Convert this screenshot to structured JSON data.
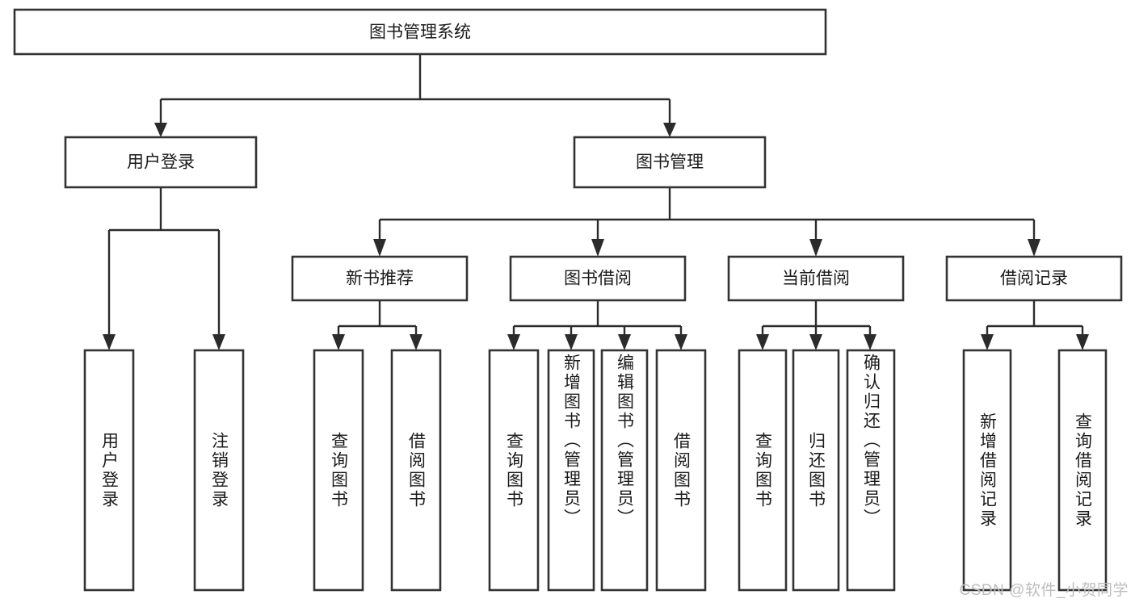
{
  "diagram": {
    "title": "图书管理系统",
    "watermark": "CSDN @软件_小贺同学",
    "type": "tree",
    "orientation": "top-down",
    "colors": {
      "box_stroke": "#333333",
      "box_fill": "#ffffff",
      "connector": "#2b2b2b",
      "text": "#1b1b1b",
      "watermark": "#bdbdbd",
      "background": "#ffffff"
    },
    "root": {
      "label": "图书管理系统"
    },
    "level2": [
      {
        "label": "用户登录"
      },
      {
        "label": "图书管理"
      }
    ],
    "level3": [
      {
        "label": "新书推荐"
      },
      {
        "label": "图书借阅"
      },
      {
        "label": "当前借阅"
      },
      {
        "label": "借阅记录"
      }
    ],
    "leaves": {
      "user_login": [
        {
          "label": "用户登录"
        },
        {
          "label": "注销登录"
        }
      ],
      "new_book_recommend": [
        {
          "label": "查询图书"
        },
        {
          "label": "借阅图书"
        }
      ],
      "book_borrow": [
        {
          "label": "查询图书"
        },
        {
          "label": "新增图书（管理员）"
        },
        {
          "label": "编辑图书（管理员）"
        },
        {
          "label": "借阅图书"
        }
      ],
      "current_borrow": [
        {
          "label": "查询图书"
        },
        {
          "label": "归还图书"
        },
        {
          "label": "确认归还（管理员）"
        }
      ],
      "borrow_record": [
        {
          "label": "新增借阅记录"
        },
        {
          "label": "查询借阅记录"
        }
      ]
    }
  }
}
